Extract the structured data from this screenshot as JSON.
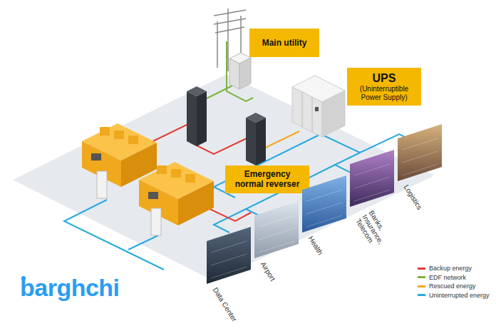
{
  "diagram": {
    "nodes": [
      {
        "text": [
          "Main utility"
        ]
      },
      {
        "text": [
          "UPS",
          "(Uninterruptible Power Supply)"
        ]
      },
      {
        "text": [
          "Emergency normal reverser"
        ]
      },
      {
        "text": [
          "Data Center"
        ]
      },
      {
        "text": [
          "Airport"
        ]
      },
      {
        "text": [
          "Health"
        ]
      },
      {
        "text": [
          "Banks, Insurance, Telecom"
        ]
      },
      {
        "text": [
          "Logistics"
        ]
      }
    ],
    "labels": [
      "barghchi"
    ],
    "legend": [
      {
        "text": "Backup energy",
        "color": "#e53935"
      },
      {
        "text": "EDF network",
        "color": "#7cb342"
      },
      {
        "text": "Rescued energy",
        "color": "#f5a623"
      },
      {
        "text": "Uninterrupted energy",
        "color": "#29a8e0"
      }
    ]
  }
}
